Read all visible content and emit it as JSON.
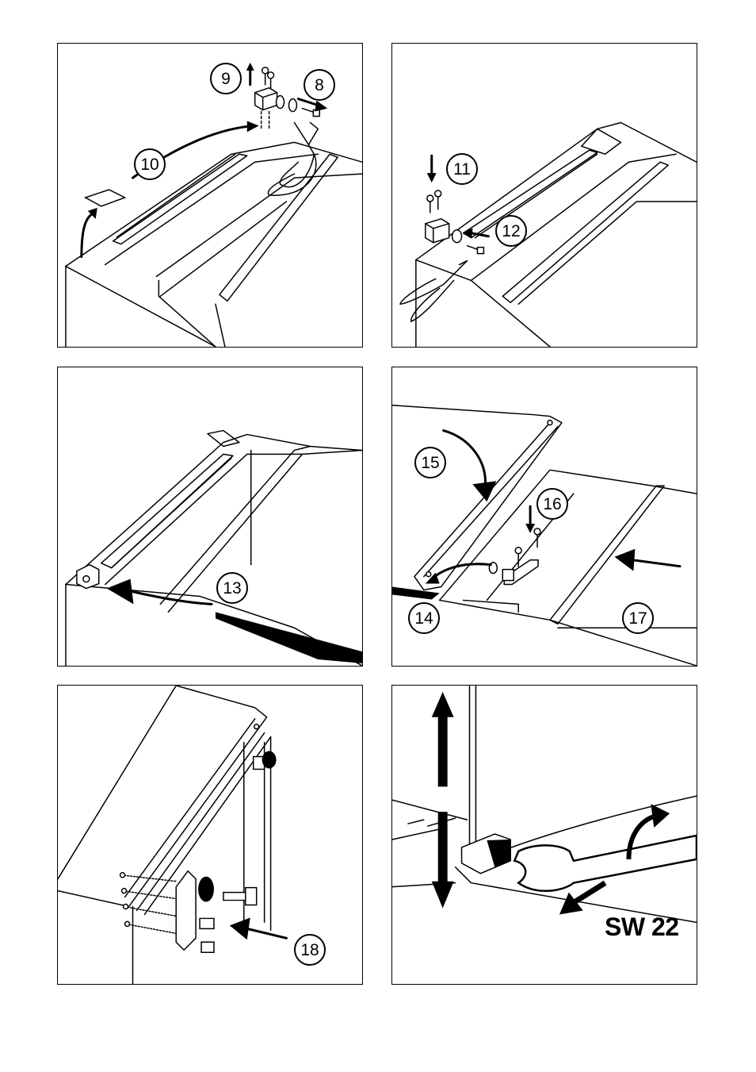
{
  "panels": [
    {
      "steps": [
        "9",
        "8",
        "10"
      ]
    },
    {
      "steps": [
        "11",
        "12"
      ]
    },
    {
      "steps": [
        "13"
      ]
    },
    {
      "steps": [
        "15",
        "16",
        "14",
        "17"
      ]
    },
    {
      "steps": [
        "18"
      ]
    },
    {
      "label": "SW 22"
    }
  ],
  "icons": [
    "screw-icon",
    "hinge-bracket-icon",
    "pliers-icon",
    "washer-icon",
    "spanner-icon",
    "curved-arrow-icon",
    "double-arrow-icon"
  ],
  "colors": {
    "line": "#000000",
    "background": "#ffffff"
  }
}
